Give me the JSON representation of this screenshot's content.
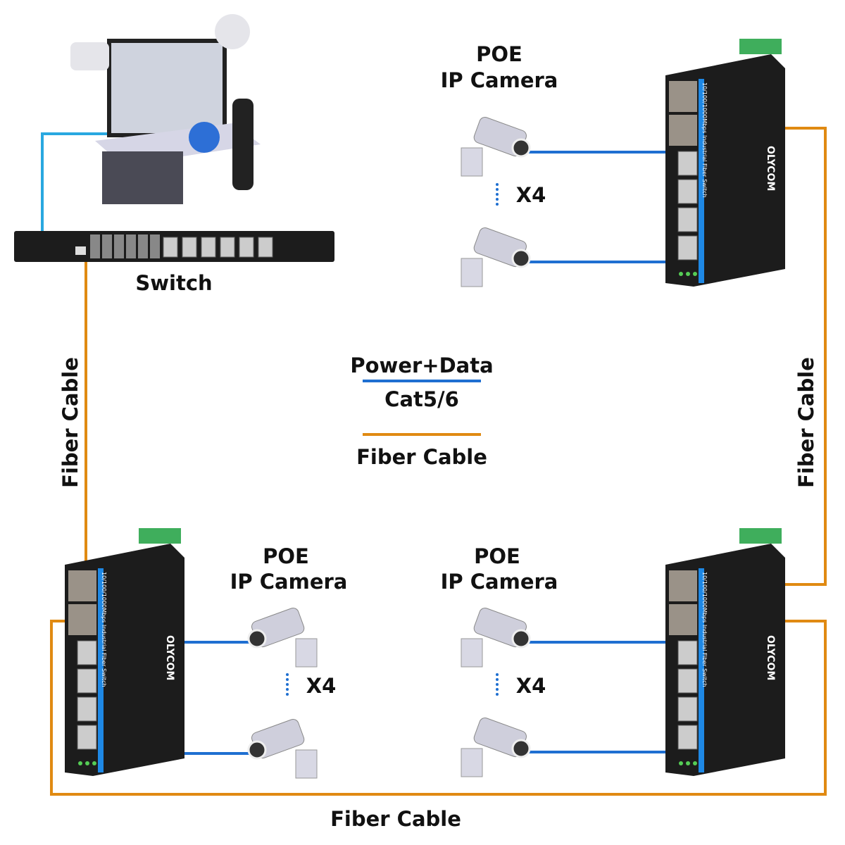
{
  "labels": {
    "switch": "Switch",
    "fiber_cable": "Fiber Cable",
    "poe": "POE",
    "ip_camera": "IP Camera",
    "multiplier": "X4"
  },
  "legend": {
    "power_data": "Power+Data",
    "cat": "Cat5/6",
    "fiber": "Fiber Cable"
  },
  "industrial_switch": {
    "model_text": "10/100/1000Mbps Industrial Fiber Switch",
    "brand": "OLYCOM"
  },
  "colors": {
    "ethernet": "#1f6fd1",
    "fiber": "#e08a12",
    "uplink": "#29a8e0",
    "device": "#1c1c1c",
    "stripe": "#1e88e5"
  }
}
